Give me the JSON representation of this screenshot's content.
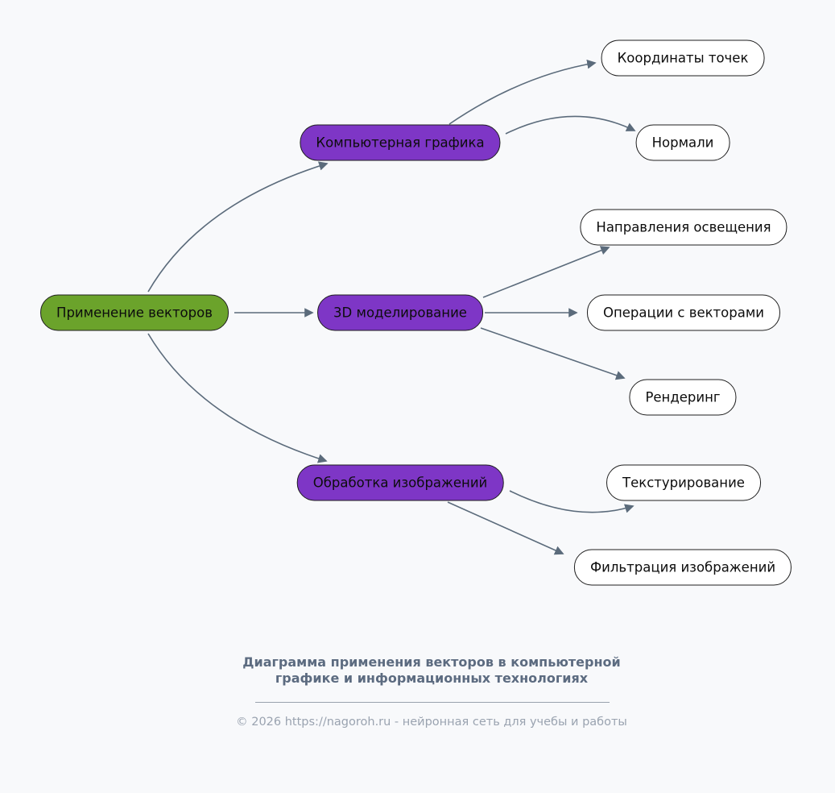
{
  "colors": {
    "bg": "#f8f9fb",
    "root-fill": "#6ba32b",
    "branch-fill": "#7e36c6",
    "leaf-fill": "#ffffff",
    "edge": "#5b6b7b",
    "node-border": "#1f1f1f",
    "caption": "#5c6b80",
    "footer": "#9aa3b0"
  },
  "nodes": {
    "root": {
      "label": "Применение векторов"
    },
    "branches": [
      {
        "id": "computer-graphics",
        "label": "Компьютерная графика"
      },
      {
        "id": "modeling-3d",
        "label": "3D моделирование"
      },
      {
        "id": "image-processing",
        "label": "Обработка изображений"
      }
    ],
    "leaves": [
      {
        "id": "point-coordinates",
        "label": "Координаты точек"
      },
      {
        "id": "normals",
        "label": "Нормали"
      },
      {
        "id": "lighting-directions",
        "label": "Направления освещения"
      },
      {
        "id": "vector-operations",
        "label": "Операции с векторами"
      },
      {
        "id": "rendering",
        "label": "Рендеринг"
      },
      {
        "id": "texturing",
        "label": "Текстурирование"
      },
      {
        "id": "image-filtering",
        "label": "Фильтрация изображений"
      }
    ]
  },
  "caption": {
    "line1": "Диаграмма применения векторов в компьютерной",
    "line2": "графике и информационных технологиях"
  },
  "footer": "© 2026 https://nagoroh.ru - нейронная сеть для учебы и работы"
}
